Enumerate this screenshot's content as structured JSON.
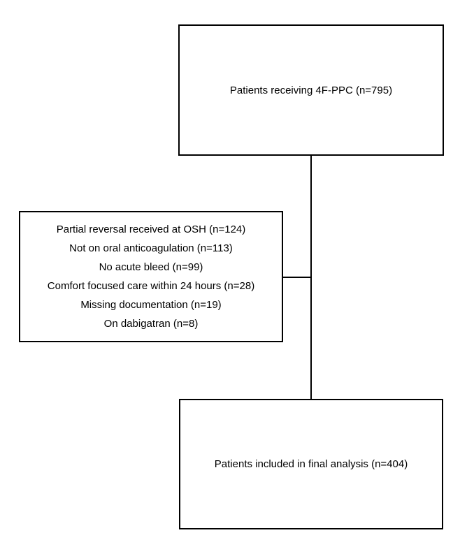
{
  "flowchart": {
    "top_box": {
      "label": "Patients receiving 4F-PPC (n=795)"
    },
    "exclusion_box": {
      "items": [
        "Partial reversal received at OSH (n=124)",
        "Not on oral anticoagulation (n=113)",
        "No acute bleed (n=99)",
        "Comfort focused care within 24 hours (n=28)",
        "Missing documentation (n=19)",
        "On dabigatran (n=8)"
      ]
    },
    "bottom_box": {
      "label": "Patients included in final analysis (n=404)"
    },
    "colors": {
      "border": "#000000",
      "text": "#000000",
      "background": "#ffffff"
    }
  }
}
